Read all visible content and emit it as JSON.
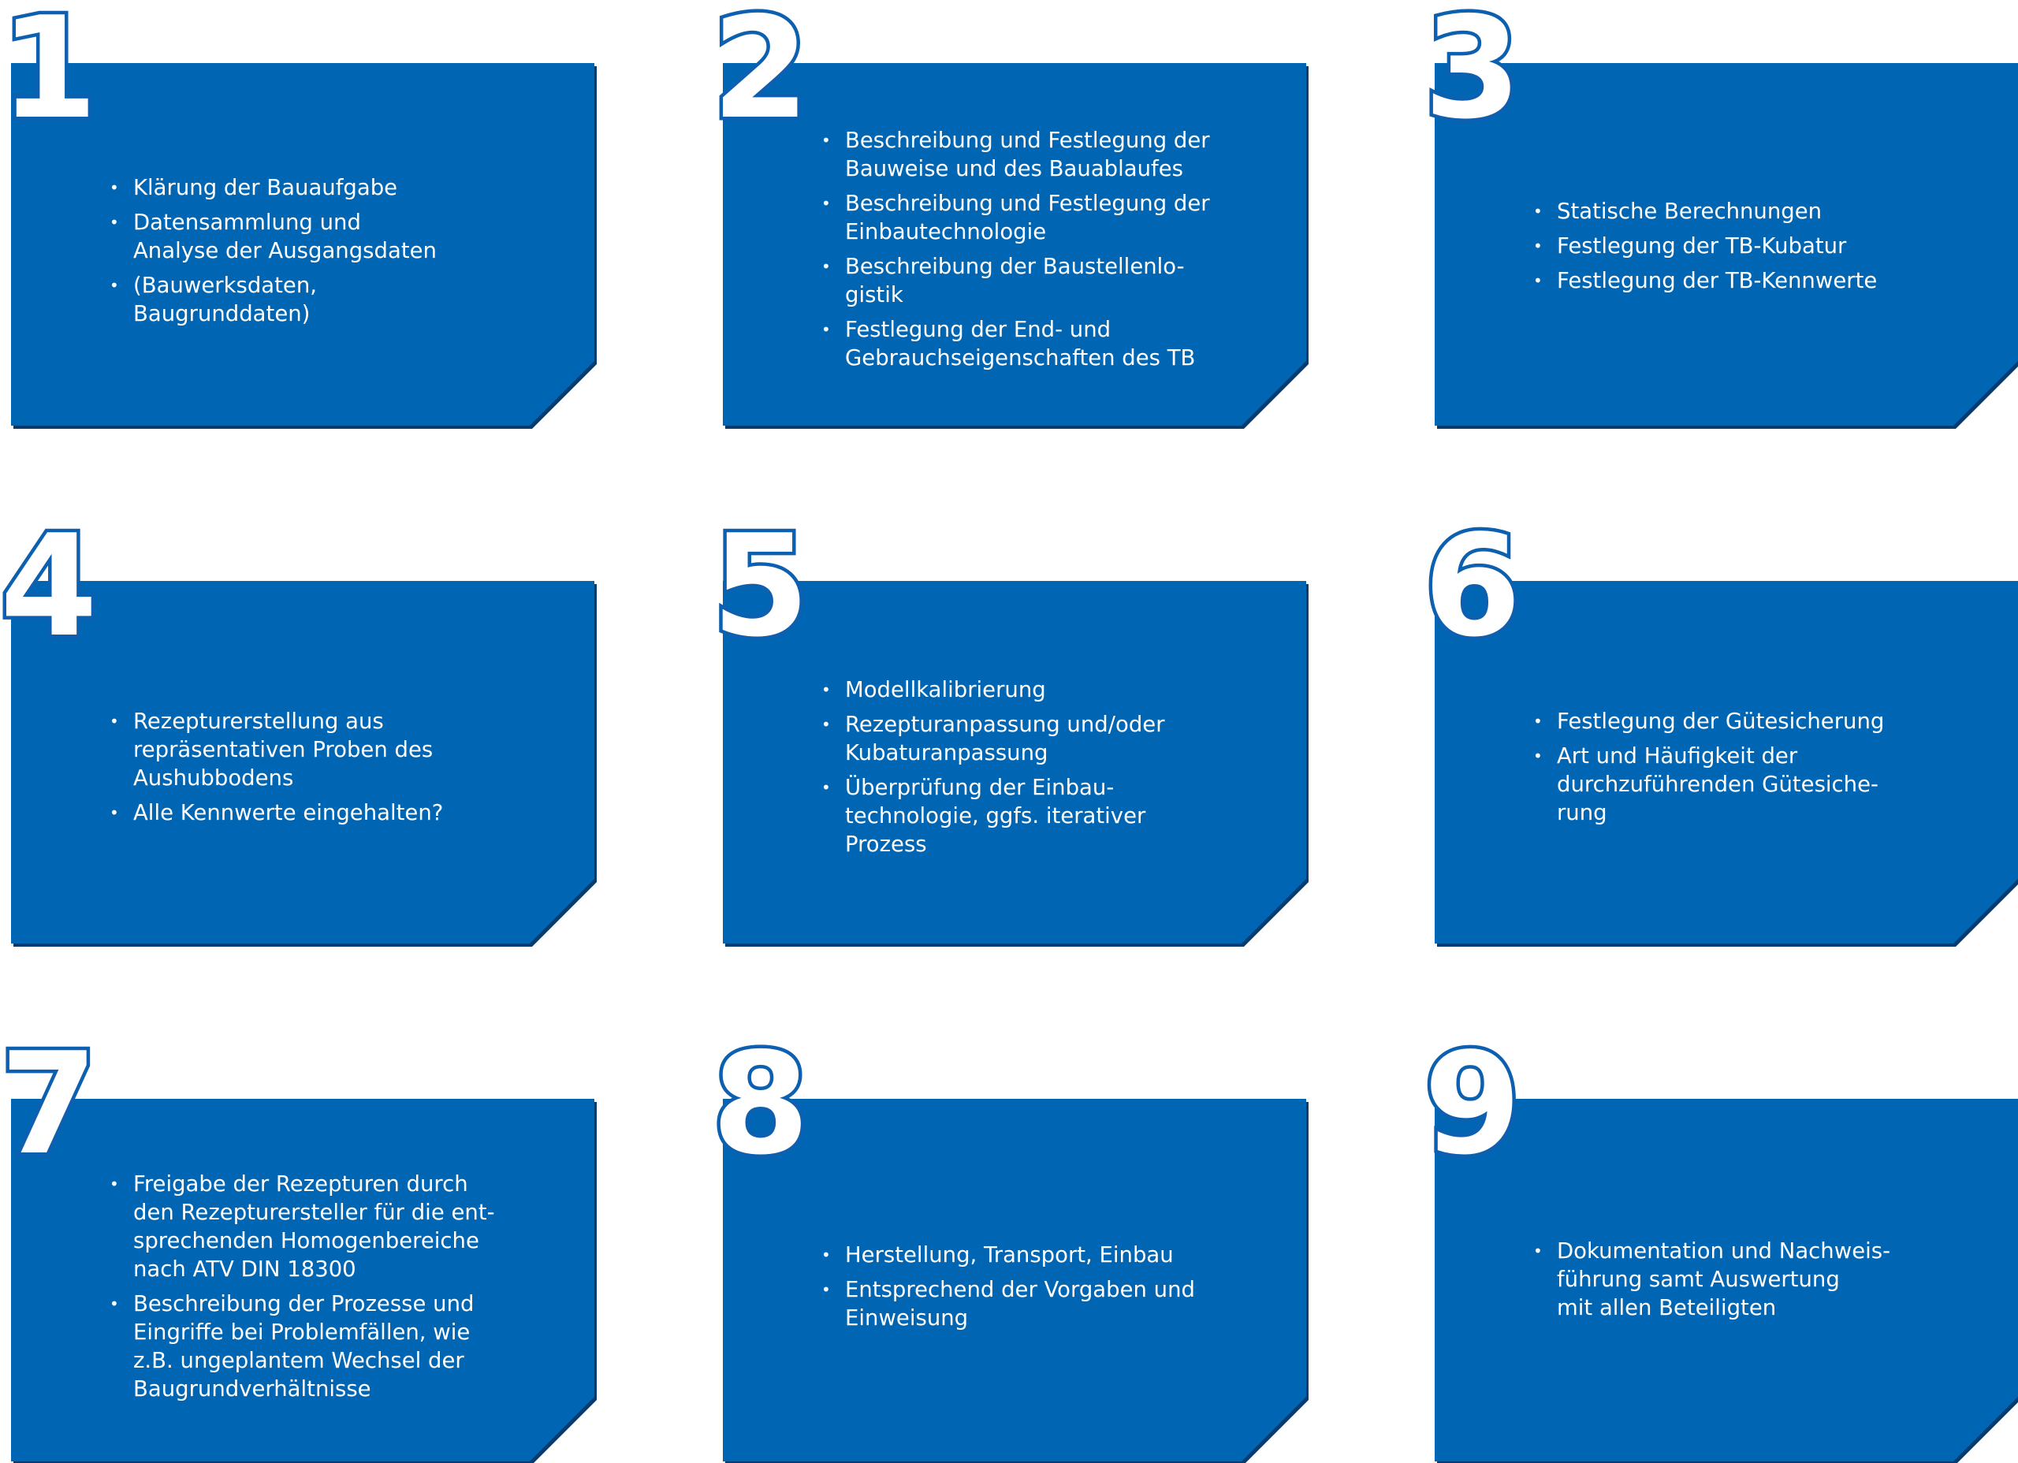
{
  "colors": {
    "box_fill": "#0066b3",
    "box_shadow": "#063b6e",
    "number_outline": "#0d60b0",
    "number_fill": "#ffffff",
    "text": "#ffffff"
  },
  "steps": [
    {
      "number": "1",
      "items": [
        "Klärung der Bauaufgabe",
        "Datensammlung und\nAnalyse der Ausgangsdaten",
        "(Bauwerksdaten,\nBaugrunddaten)"
      ]
    },
    {
      "number": "2",
      "items": [
        "Beschreibung und Festlegung der\nBauweise und des Bauablaufes",
        "Beschreibung und Festlegung der\nEinbautechnologie",
        "Beschreibung der Baustellenlo-\ngistik",
        "Festlegung der End- und\nGebrauchseigenschaften des TB"
      ]
    },
    {
      "number": "3",
      "items": [
        "Statische Berechnungen",
        "Festlegung der TB-Kubatur",
        "Festlegung der TB-Kennwerte"
      ]
    },
    {
      "number": "4",
      "items": [
        "Rezepturerstellung aus\nrepräsentativen Proben des\nAushubbodens",
        "Alle Kennwerte eingehalten?"
      ]
    },
    {
      "number": "5",
      "items": [
        "Modellkalibrierung",
        "Rezepturanpassung und/oder\nKubaturanpassung",
        "Überprüfung der Einbau-\ntechnologie, ggfs. iterativer\nProzess"
      ]
    },
    {
      "number": "6",
      "items": [
        "Festlegung der Gütesicherung",
        "Art und Häufigkeit der\ndurchzuführenden Gütesiche-\nrung"
      ]
    },
    {
      "number": "7",
      "items": [
        "Freigabe der Rezepturen durch\nden Rezepturersteller für die ent-\nsprechenden Homogenbereiche\nnach ATV DIN 18300",
        "Beschreibung der Prozesse und\nEingriffe bei Problemfällen, wie\nz.B. ungeplantem Wechsel der\nBaugrundverhältnisse"
      ]
    },
    {
      "number": "8",
      "items": [
        "Herstellung, Transport, Einbau",
        "Entsprechend der Vorgaben und\nEinweisung"
      ]
    },
    {
      "number": "9",
      "items": [
        "Dokumentation und Nachweis-\nführung samt Auswertung\nmit allen Beteiligten"
      ]
    }
  ]
}
